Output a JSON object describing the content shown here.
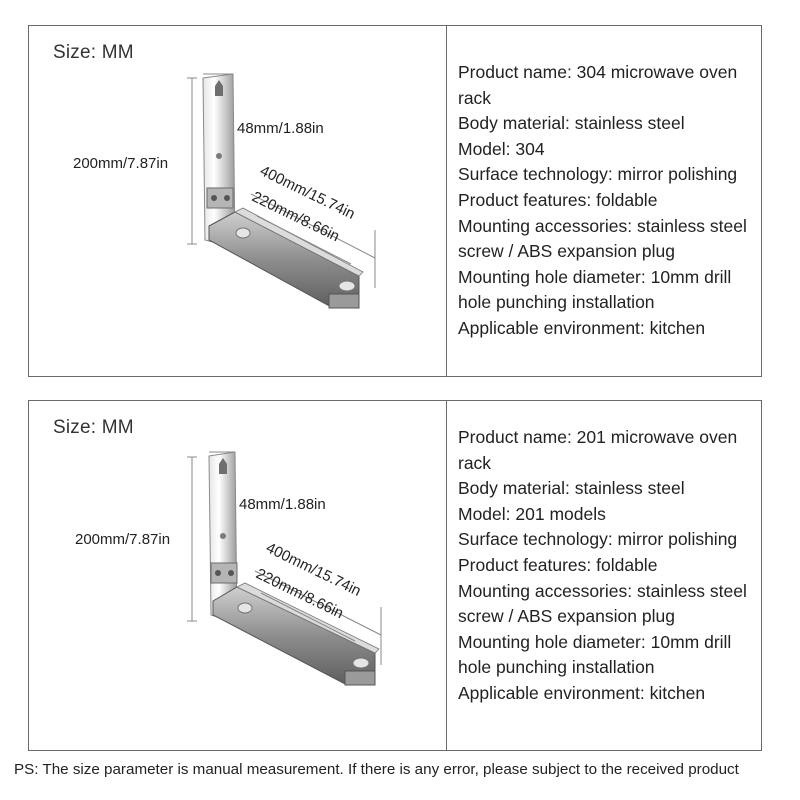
{
  "panels": [
    {
      "size_label": "Size: MM",
      "dimensions": {
        "height": "200mm/7.87in",
        "width": "48mm/1.88in",
        "arm_length": "400mm/15.74in",
        "depth": "220mm/8.66in"
      },
      "specs": [
        "Product name: 304 microwave oven",
        "rack",
        "Body material: stainless steel",
        "Model: 304",
        "Surface technology: mirror polishing",
        "Product features: foldable",
        "Mounting accessories: stainless steel",
        "screw / ABS expansion plug",
        "Mounting hole diameter: 10mm drill",
        "hole punching installation",
        "Applicable environment: kitchen"
      ]
    },
    {
      "size_label": "Size: MM",
      "dimensions": {
        "height": "200mm/7.87in",
        "width": "48mm/1.88in",
        "arm_length": "400mm/15.74in",
        "depth": "220mm/8.66in"
      },
      "specs": [
        "Product name: 201 microwave oven",
        "rack",
        "Body material: stainless steel",
        "Model: 201 models",
        "Surface technology: mirror polishing",
        "Product features: foldable",
        "Mounting accessories: stainless steel",
        "screw / ABS expansion plug",
        "Mounting hole diameter: 10mm drill",
        "hole punching installation",
        "Applicable environment: kitchen"
      ]
    }
  ],
  "footnote": "PS: The size parameter is manual measurement. If there is any error, please subject to the received product"
}
